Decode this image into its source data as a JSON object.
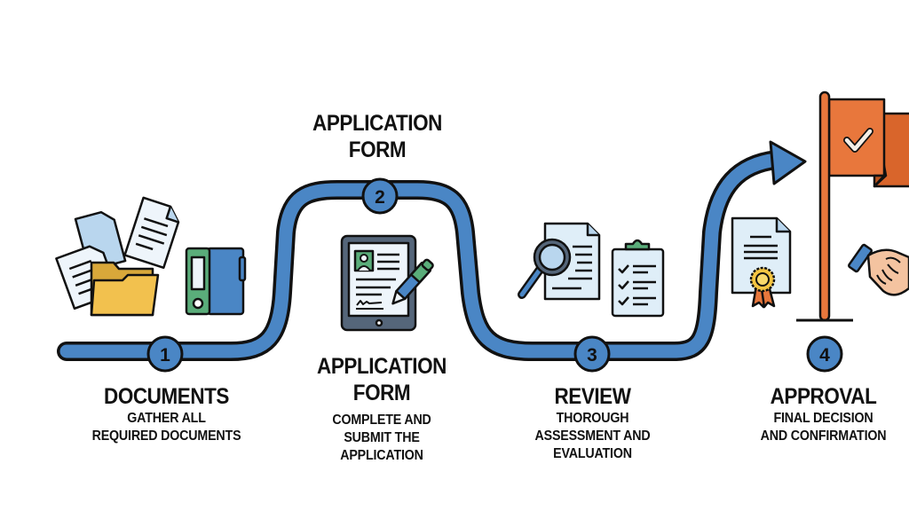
{
  "diagram": {
    "type": "process-timeline",
    "colors": {
      "path": "#4a86c5",
      "outline": "#111111",
      "flag": "#e8773c",
      "folder": "#f2c14e",
      "binder_green": "#5aad7a",
      "paper": "#dfeef8",
      "medal": "#f5c542",
      "skin": "#f4c3a0"
    },
    "top_heading": [
      "APPLICATION",
      "FORM"
    ],
    "steps": [
      {
        "number": "1",
        "title": "DOCUMENTS",
        "description": [
          "GATHER ALL",
          "REQUIRED DOCUMENTS"
        ],
        "icons": [
          "documents-stack-icon",
          "folder-icon",
          "binder-icon"
        ]
      },
      {
        "number": "2",
        "title_lines": [
          "APPLICATION",
          "FORM"
        ],
        "description": [
          "COMPLETE AND",
          "SUBMIT THE",
          "APPLICATION"
        ],
        "icons": [
          "tablet-form-icon",
          "pen-icon"
        ]
      },
      {
        "number": "3",
        "title": "REVIEW",
        "description": [
          "THOROUGH",
          "ASSESSMENT AND",
          "EVALUATION"
        ],
        "icons": [
          "magnifier-document-icon",
          "checklist-clipboard-icon"
        ]
      },
      {
        "number": "4",
        "title": "APPROVAL",
        "description": [
          "FINAL DECISION",
          "AND CONFIRMATION"
        ],
        "icons": [
          "certificate-icon",
          "flag-check-icon",
          "handshake-icon"
        ]
      }
    ]
  }
}
